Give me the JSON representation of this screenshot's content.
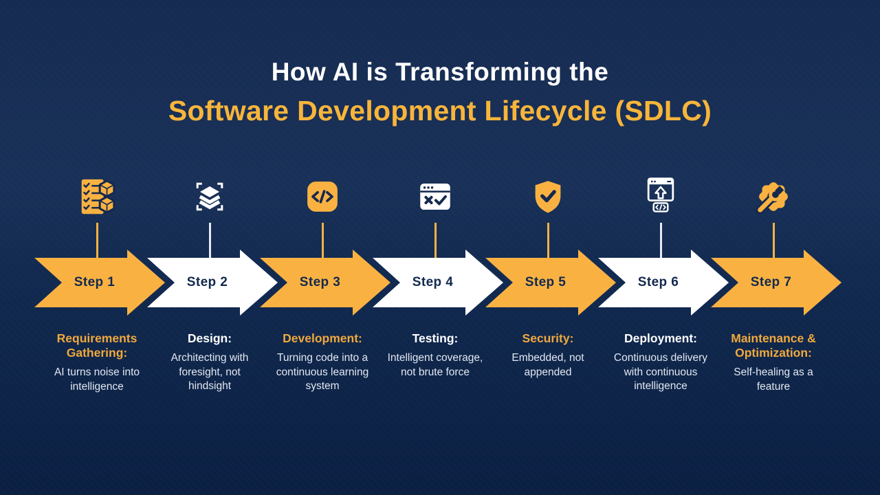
{
  "title": {
    "line1": "How AI is Transforming the",
    "line2": "Software Development Lifecycle (SDLC)"
  },
  "colors": {
    "background_top": "#16​2b52",
    "background_bottom": "#0a1f42",
    "accent_yellow": "#f9b242",
    "title_yellow": "#f8b53a",
    "heading_yellow": "#f0a93c",
    "navy_text_on_arrow": "#12294e",
    "body_text": "#e3e8f2",
    "white": "#ffffff"
  },
  "steps": [
    {
      "label": "Step 1",
      "variant": "yellow",
      "connector_color": "yellow",
      "icon": "requirements-checklist-cubes-icon",
      "heading": "Requirements Gathering:",
      "description": "AI turns noise into intelligence"
    },
    {
      "label": "Step 2",
      "variant": "white",
      "connector_color": "white",
      "icon": "design-layers-scan-icon",
      "heading": "Design:",
      "description": "Architecting with foresight, not hindsight"
    },
    {
      "label": "Step 3",
      "variant": "yellow",
      "connector_color": "yellow",
      "icon": "development-code-icon",
      "heading": "Development:",
      "description": "Turning code into a continuous learning system"
    },
    {
      "label": "Step 4",
      "variant": "white",
      "connector_color": "yellow",
      "icon": "testing-window-icon",
      "heading": "Testing:",
      "description": "Intelligent coverage, not brute force"
    },
    {
      "label": "Step 5",
      "variant": "yellow",
      "connector_color": "yellow",
      "icon": "security-shield-check-icon",
      "heading": "Security:",
      "description": "Embedded, not appended"
    },
    {
      "label": "Step 6",
      "variant": "white",
      "connector_color": "white",
      "icon": "deployment-upload-window-icon",
      "heading": "Deployment:",
      "description": "Continuous delivery with continuous intelligence"
    },
    {
      "label": "Step 7",
      "variant": "yellow",
      "connector_color": "yellow",
      "icon": "maintenance-gear-wrench-icon",
      "heading": "Maintenance & Optimization:",
      "description": "Self-healing as a feature"
    }
  ]
}
